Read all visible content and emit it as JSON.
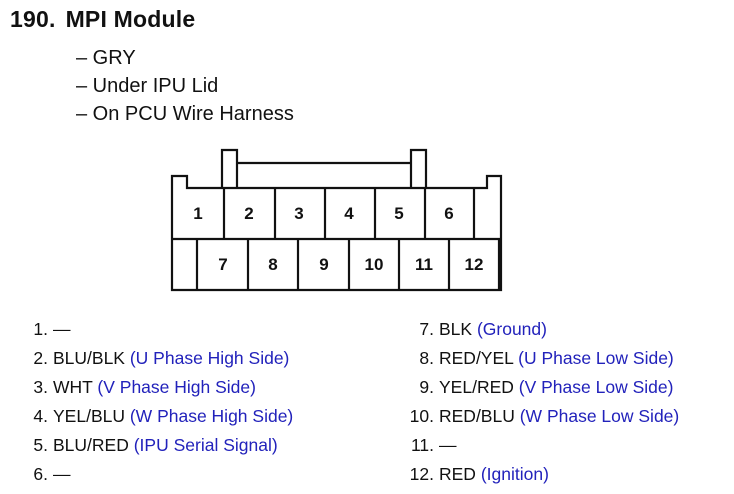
{
  "title": {
    "number": "190.",
    "name": "MPI Module"
  },
  "details": [
    "– GRY",
    "– Under IPU Lid",
    "– On PCU Wire Harness"
  ],
  "connector": {
    "top_row": [
      "1",
      "2",
      "3",
      "4",
      "5",
      "6"
    ],
    "bottom_row": [
      "7",
      "8",
      "9",
      "10",
      "11",
      "12"
    ]
  },
  "pins_left": [
    {
      "num": "1.",
      "wire": "—",
      "desc": ""
    },
    {
      "num": "2.",
      "wire": "BLU/BLK",
      "desc": "(U Phase High Side)"
    },
    {
      "num": "3.",
      "wire": "WHT",
      "desc": "(V Phase High Side)"
    },
    {
      "num": "4.",
      "wire": "YEL/BLU",
      "desc": "(W Phase High Side)"
    },
    {
      "num": "5.",
      "wire": "BLU/RED",
      "desc": "(IPU Serial Signal)"
    },
    {
      "num": "6.",
      "wire": "—",
      "desc": ""
    }
  ],
  "pins_right": [
    {
      "num": "7.",
      "wire": "BLK",
      "desc": "(Ground)"
    },
    {
      "num": "8.",
      "wire": "RED/YEL",
      "desc": "(U Phase Low Side)"
    },
    {
      "num": "9.",
      "wire": "YEL/RED",
      "desc": "(V Phase Low Side)"
    },
    {
      "num": "10.",
      "wire": "RED/BLU",
      "desc": "(W Phase Low Side)"
    },
    {
      "num": "11.",
      "wire": "—",
      "desc": ""
    },
    {
      "num": "12.",
      "wire": "RED",
      "desc": "(Ignition)"
    }
  ],
  "colors": {
    "wire_text": "#111111",
    "description_text": "#2222bb"
  }
}
